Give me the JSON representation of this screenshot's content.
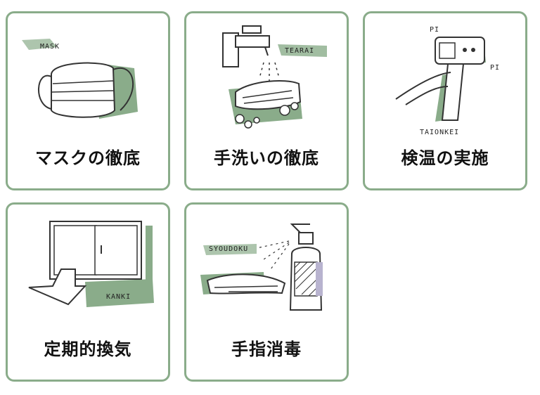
{
  "colors": {
    "card_border": "#8aac8a",
    "accent_green": "#8aac8a",
    "ink": "#333333",
    "bottle_lavender": "#b8b3cf"
  },
  "cards": [
    {
      "title": "マスクの徹底",
      "tag": "MASK",
      "icon": "mask-icon"
    },
    {
      "title": "手洗いの徹底",
      "tag": "TEARAI",
      "icon": "handwash-icon"
    },
    {
      "title": "検温の実施",
      "tags": [
        "PI",
        "PI",
        "TAIONKEI"
      ],
      "icon": "thermometer-icon"
    },
    {
      "title": "定期的換気",
      "tag": "KANKI",
      "icon": "window-icon"
    },
    {
      "title": "手指消毒",
      "tag": "SYOUDOKU",
      "icon": "sanitizer-icon"
    }
  ]
}
